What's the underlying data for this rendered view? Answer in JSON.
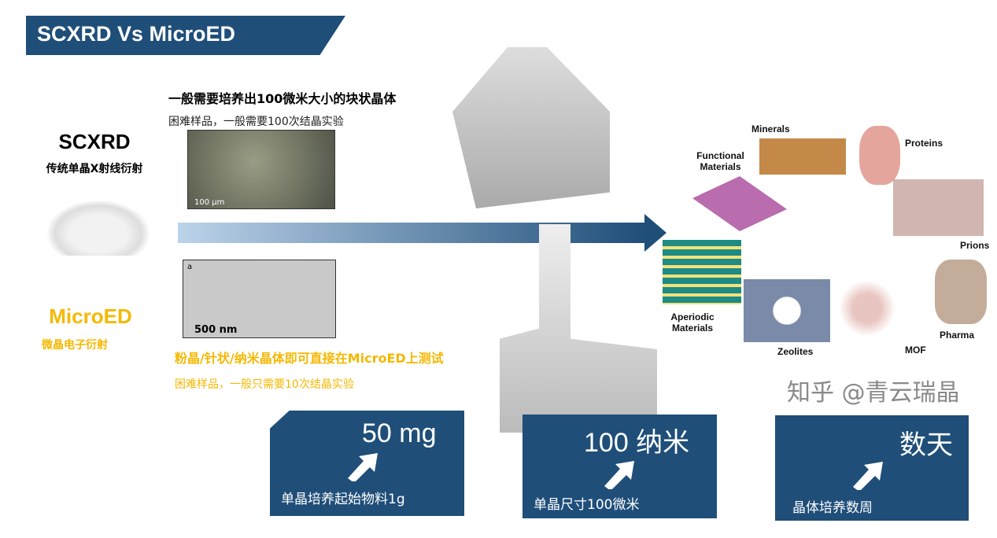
{
  "title": "SCXRD Vs MicroED",
  "scxrd": {
    "name": "SCXRD",
    "subtitle": "传统单晶X射线衍射",
    "headline": "一般需要培养出100微米大小的块状晶体",
    "note": "困难样品，一般需要100次结晶实验",
    "scale_label": "100 μm"
  },
  "microed": {
    "name": "MicroED",
    "subtitle": "微晶电子衍射",
    "headline": "粉晶/针状/纳米晶体即可直接在MicroED上测试",
    "note": "困难样品，一般只需要10次结晶实验",
    "scale_label": "500 nm",
    "panel_letter": "a"
  },
  "applications": [
    "Minerals",
    "Functional Materials",
    "Proteins",
    "Prions",
    "Aperiodic Materials",
    "Zeolites",
    "MOF",
    "Pharma"
  ],
  "boxes": [
    {
      "value": "50 mg",
      "caption": "单晶培养起始物料1g"
    },
    {
      "value": "100 纳米",
      "caption": "单晶尺寸100微米"
    },
    {
      "value": "数天",
      "caption": "晶体培养数周"
    }
  ],
  "watermark": "知乎 @青云瑞晶",
  "colors": {
    "navy": "#1f4e79",
    "orange": "#f5b800"
  }
}
